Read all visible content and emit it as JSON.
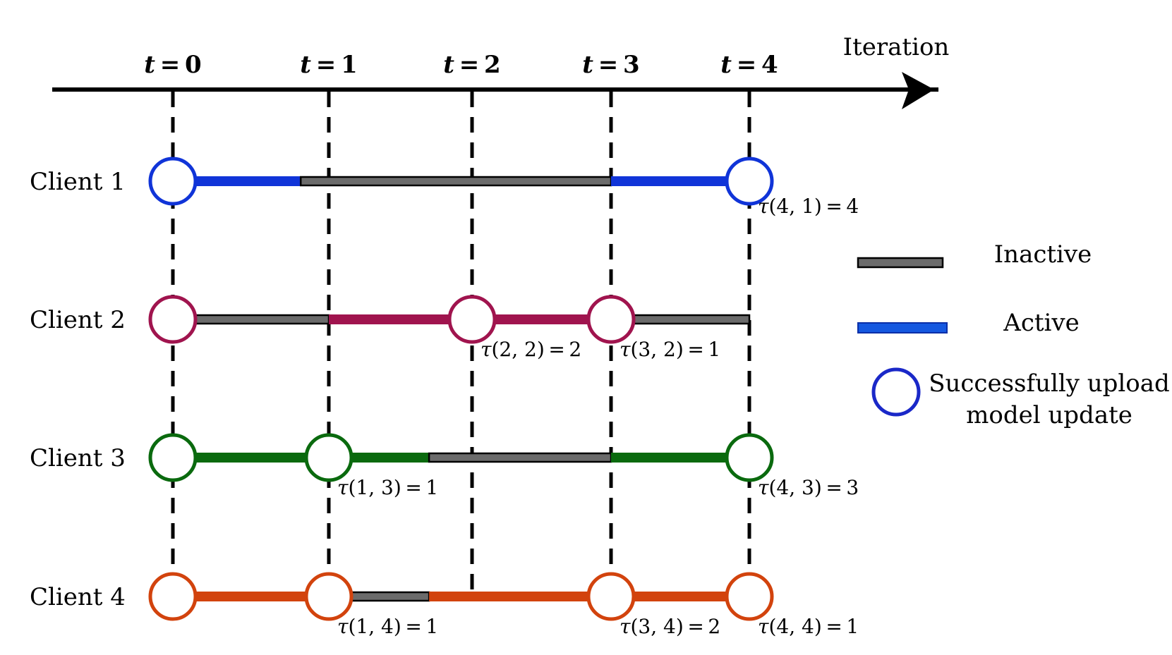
{
  "axis": {
    "label": "Iteration",
    "ticks": [
      {
        "var": "t",
        "value": "0"
      },
      {
        "var": "t",
        "value": "1"
      },
      {
        "var": "t",
        "value": "2"
      },
      {
        "var": "t",
        "value": "3"
      },
      {
        "var": "t",
        "value": "4"
      }
    ]
  },
  "clients": [
    {
      "name": "Client 1",
      "color": "#1034d8",
      "segments": [
        {
          "from": 0,
          "to": 0.82,
          "state": "active"
        },
        {
          "from": 0.82,
          "to": 3.0,
          "state": "inactive"
        },
        {
          "from": 3.0,
          "to": 4.0,
          "state": "active"
        }
      ],
      "uploads": [
        0,
        4
      ],
      "taus": [
        {
          "t": 4,
          "k": 1,
          "value": "4"
        }
      ]
    },
    {
      "name": "Client 2",
      "color": "#a0144e",
      "segments": [
        {
          "from": 0,
          "to": 1.0,
          "state": "inactive"
        },
        {
          "from": 1.0,
          "to": 3.0,
          "state": "active"
        },
        {
          "from": 3.0,
          "to": 4.0,
          "state": "inactive"
        }
      ],
      "uploads": [
        0,
        2,
        3
      ],
      "taus": [
        {
          "t": 2,
          "k": 2,
          "value": "2"
        },
        {
          "t": 3,
          "k": 2,
          "value": "1"
        }
      ]
    },
    {
      "name": "Client 3",
      "color": "#0a6a0e",
      "segments": [
        {
          "from": 0,
          "to": 1.7,
          "state": "active"
        },
        {
          "from": 1.7,
          "to": 3.0,
          "state": "inactive"
        },
        {
          "from": 3.0,
          "to": 4.0,
          "state": "active"
        }
      ],
      "uploads": [
        0,
        1,
        4
      ],
      "taus": [
        {
          "t": 1,
          "k": 3,
          "value": "1"
        },
        {
          "t": 4,
          "k": 3,
          "value": "3"
        }
      ]
    },
    {
      "name": "Client 4",
      "color": "#d2430d",
      "segments": [
        {
          "from": 0,
          "to": 1.0,
          "state": "active"
        },
        {
          "from": 1.0,
          "to": 1.7,
          "state": "inactive"
        },
        {
          "from": 1.7,
          "to": 4.0,
          "state": "active"
        }
      ],
      "uploads": [
        0,
        1,
        3,
        4
      ],
      "taus": [
        {
          "t": 1,
          "k": 4,
          "value": "1"
        },
        {
          "t": 3,
          "k": 4,
          "value": "2"
        },
        {
          "t": 4,
          "k": 4,
          "value": "1"
        }
      ]
    }
  ],
  "colors": {
    "inactive": "#6b6b6b",
    "active_legend": "#1558e0",
    "upload_legend": "#1a28c8",
    "axis": "#000000"
  },
  "legend": {
    "inactive_label": "Inactive",
    "active_label": "Active",
    "upload_label_line1": "Successfully upload",
    "upload_label_line2": "model update"
  }
}
